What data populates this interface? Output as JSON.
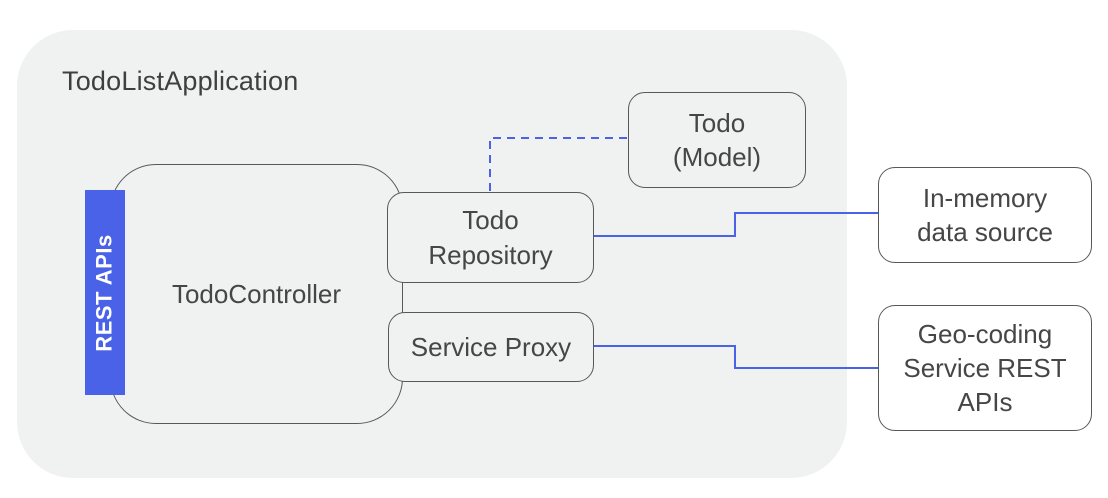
{
  "diagram": {
    "title": "TodoListApplication",
    "nodes": {
      "controller": {
        "label": "TodoController"
      },
      "rest_apis": {
        "label": "REST APIs"
      },
      "todo_repository": {
        "label": "Todo\nRepository"
      },
      "service_proxy": {
        "label": "Service Proxy"
      },
      "todo_model": {
        "label": "Todo\n(Model)"
      },
      "in_memory_datasource": {
        "label": "In-memory\ndata source"
      },
      "geo_coding_service": {
        "label": "Geo-coding\nService REST\nAPIs"
      }
    },
    "connections": [
      {
        "from": "todo_repository",
        "to": "todo_model",
        "style": "dashed"
      },
      {
        "from": "todo_repository",
        "to": "in_memory_datasource",
        "style": "solid"
      },
      {
        "from": "service_proxy",
        "to": "geo_coding_service",
        "style": "solid"
      }
    ],
    "colors": {
      "accent_blue": "#4a62e8",
      "container_bg": "#f0f1f1",
      "node_border": "#58585a",
      "label_text": "#464646",
      "rest_apis_text": "#ffffff"
    }
  }
}
